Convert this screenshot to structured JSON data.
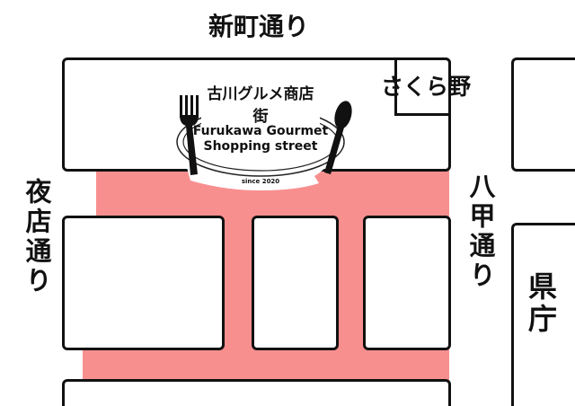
{
  "streets": {
    "top": "新町通り",
    "left": "夜店通り",
    "right": "八甲通り"
  },
  "places": {
    "sakura": "さくら野",
    "kencho": "県庁"
  },
  "logo": {
    "title_jp": "古川グルメ商店街",
    "title_en_line1": "Furukawa Gourmet",
    "title_en_line2": "Shopping street",
    "since": "since 2020"
  },
  "colors": {
    "shopping_street": "#f88f8f",
    "outline": "#111111"
  }
}
